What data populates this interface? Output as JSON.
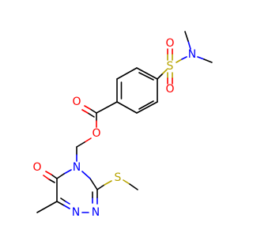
{
  "colors": {
    "carbon_bond": "#000000",
    "oxygen": "#ff0000",
    "nitrogen": "#0000ff",
    "sulfur": "#b8a400",
    "background": "#ffffff"
  },
  "atom_labels": {
    "sulfonyl_s": "S",
    "sulfonyl_o_top": "O",
    "sulfonyl_o_bottom": "O",
    "sulfonamide_n": "N",
    "carbonyl_o": "O",
    "ester_o": "O",
    "ring_keto_o": "O",
    "ring_n4": "N",
    "ring_n2": "N",
    "ring_n1": "N",
    "thioether_s": "S"
  }
}
